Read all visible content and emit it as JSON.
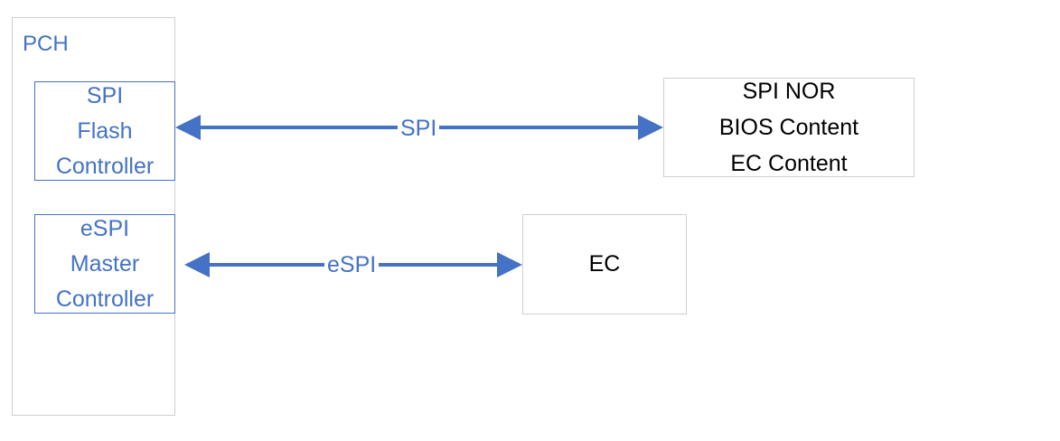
{
  "colors": {
    "accent": "#4472c4",
    "box_border": "#cfcfcf",
    "text": "#000000"
  },
  "pch": {
    "label": "PCH",
    "spi_controller": {
      "lines": [
        "SPI",
        "Flash",
        "Controller"
      ]
    },
    "espi_controller": {
      "lines": [
        "eSPI",
        "Master",
        "Controller"
      ]
    }
  },
  "spi_nor": {
    "lines": [
      "SPI NOR",
      "BIOS Content",
      "EC Content"
    ]
  },
  "ec": {
    "label": "EC"
  },
  "links": {
    "spi": {
      "label": "SPI",
      "direction": "bidirectional"
    },
    "espi": {
      "label": "eSPI",
      "direction": "bidirectional"
    }
  }
}
